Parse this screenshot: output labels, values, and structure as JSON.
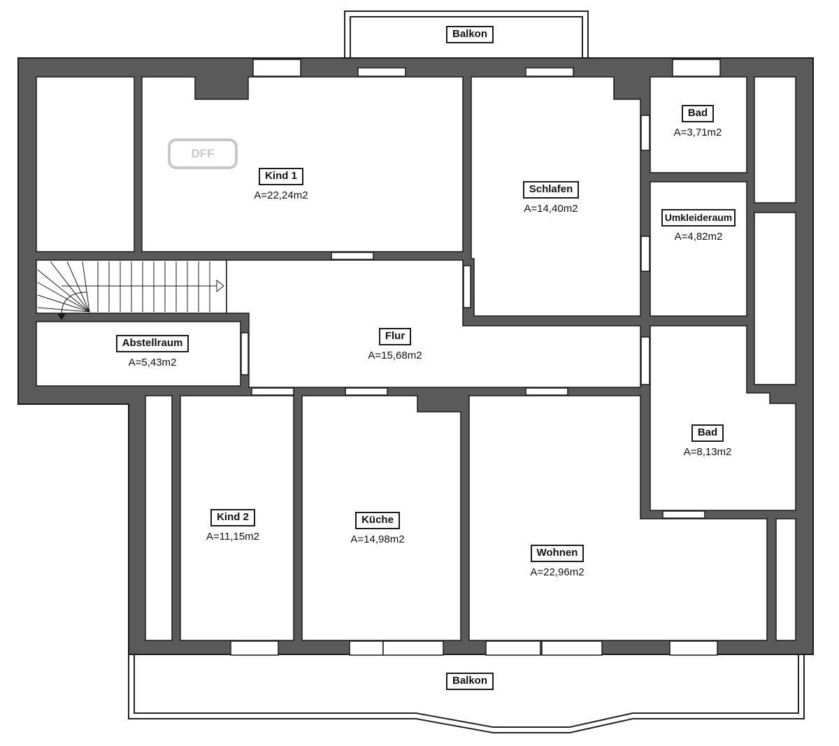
{
  "rooms": {
    "balkon_top": {
      "name": "Balkon"
    },
    "kind1": {
      "name": "Kind 1",
      "area": "A=22,24m2"
    },
    "schlafen": {
      "name": "Schlafen",
      "area": "A=14,40m2"
    },
    "bad1": {
      "name": "Bad",
      "area": "A=3,71m2"
    },
    "umkleideraum": {
      "name": "Umkleideraum",
      "area": "A=4,82m2"
    },
    "abstellraum": {
      "name": "Abstellraum",
      "area": "A=5,43m2"
    },
    "flur": {
      "name": "Flur",
      "area": "A=15,68m2"
    },
    "bad2": {
      "name": "Bad",
      "area": "A=8,13m2"
    },
    "kind2": {
      "name": "Kind 2",
      "area": "A=11,15m2"
    },
    "kueche": {
      "name": "Küche",
      "area": "A=14,98m2"
    },
    "wohnen": {
      "name": "Wohnen",
      "area": "A=22,96m2"
    },
    "balkon_bottom": {
      "name": "Balkon"
    }
  },
  "watermark": "DFF",
  "colors": {
    "wall": "#5a5a5a",
    "wall_outline": "#1a1a1a",
    "floor": "#ffffff"
  }
}
